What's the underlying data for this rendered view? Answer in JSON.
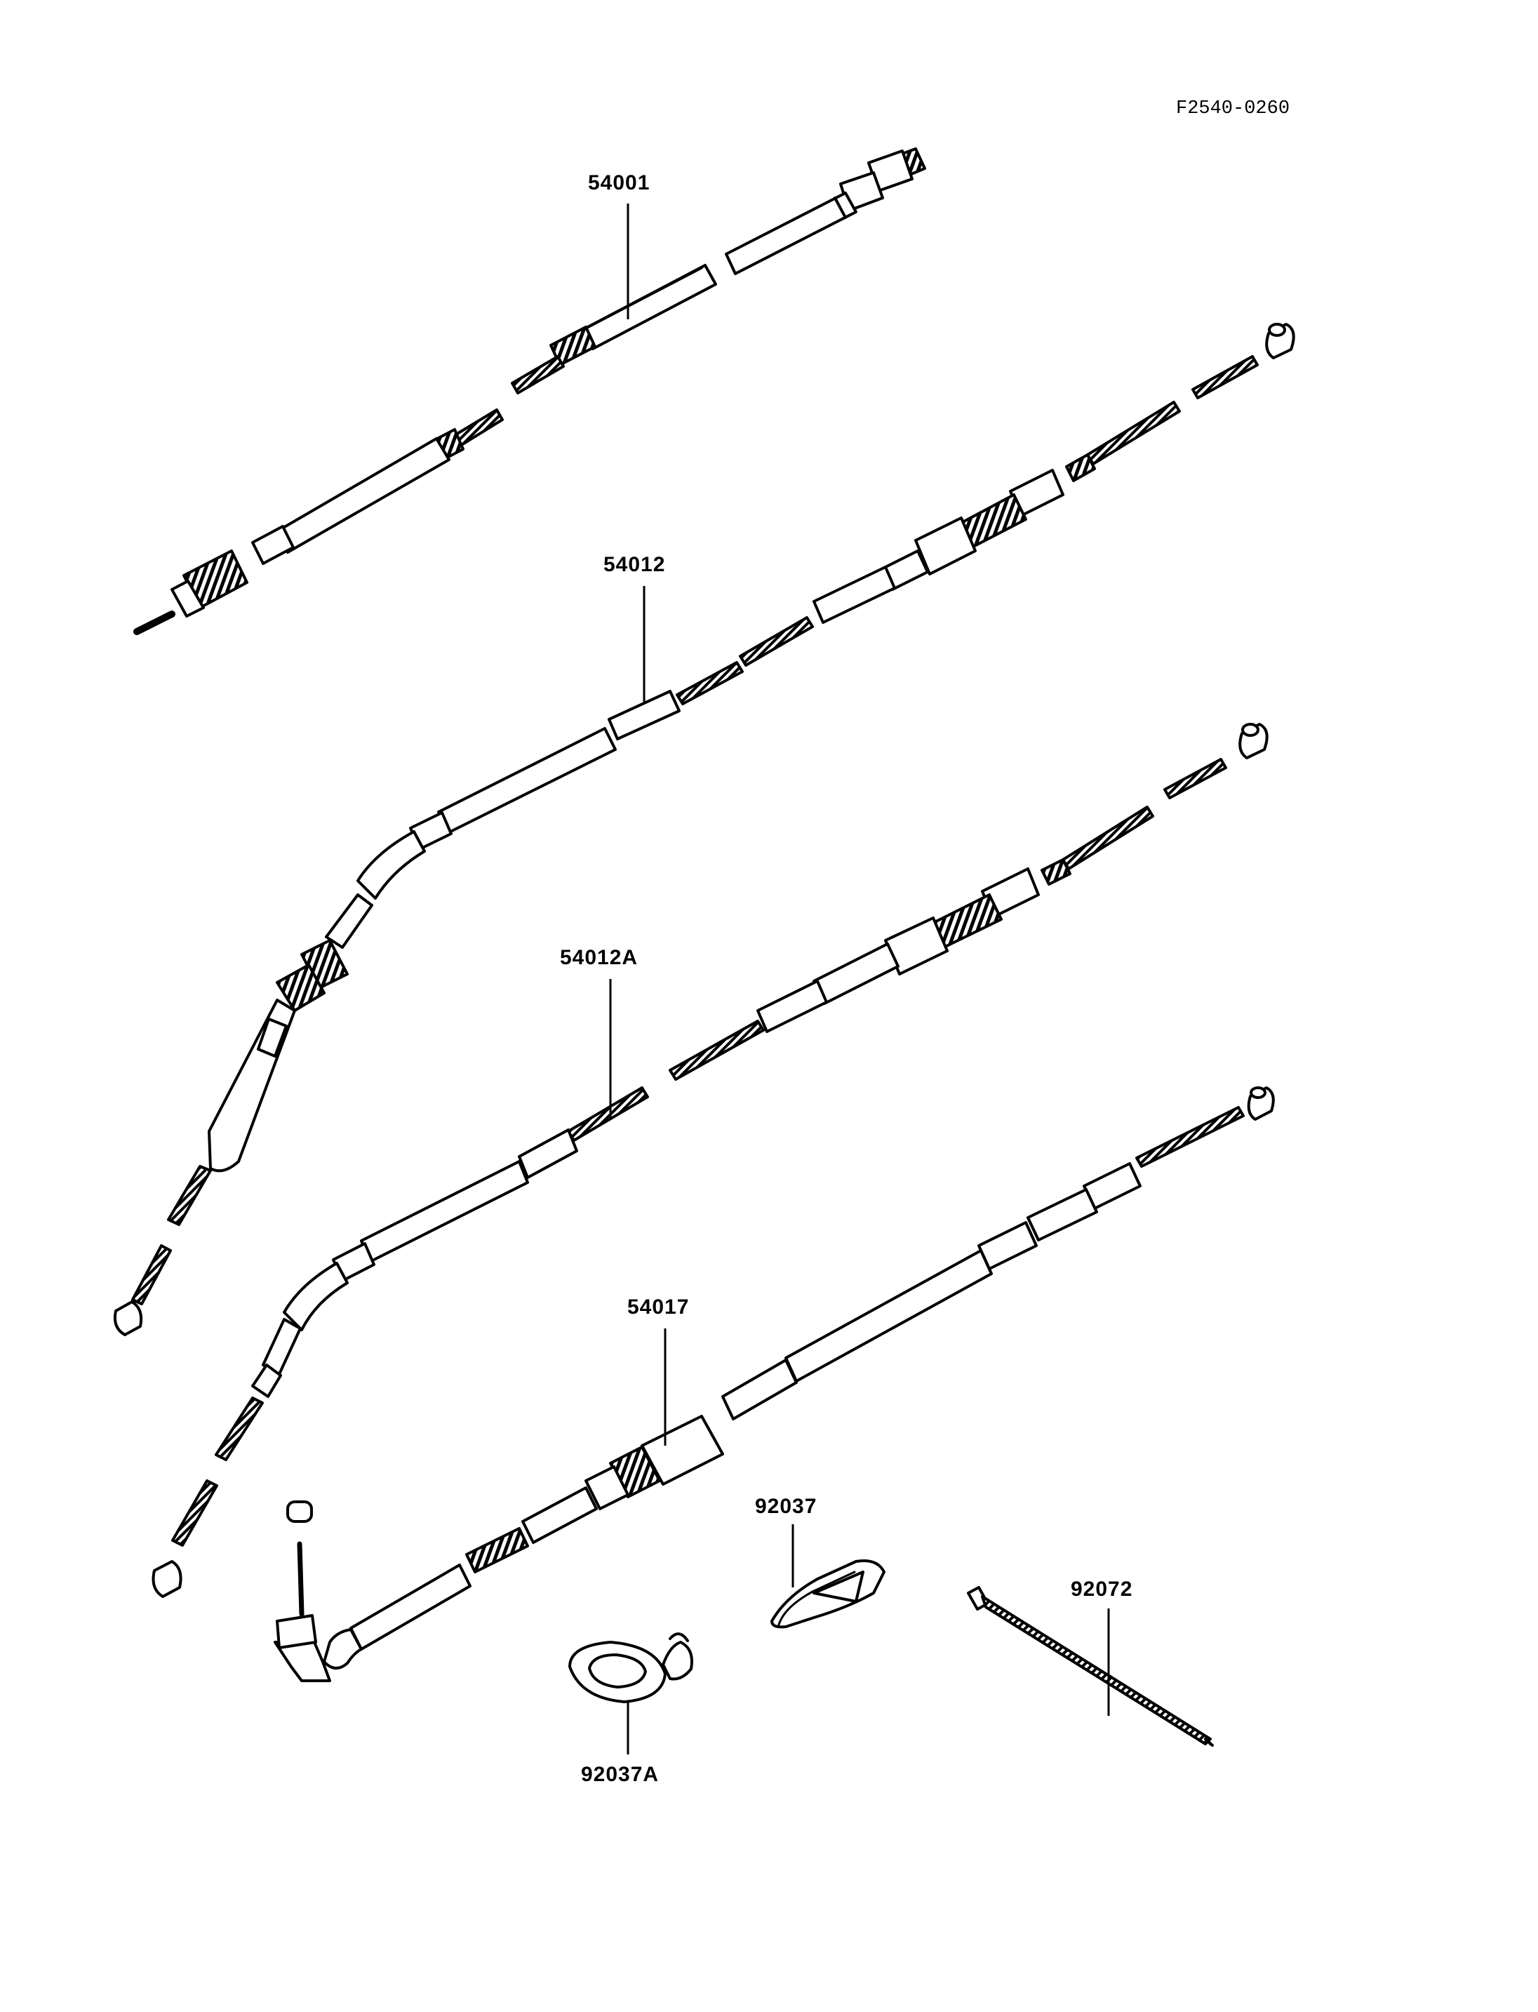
{
  "drawing_code": "F2540-0260",
  "parts": [
    {
      "id": "p54001",
      "number": "54001"
    },
    {
      "id": "p54012",
      "number": "54012"
    },
    {
      "id": "p54012A",
      "number": "54012A"
    },
    {
      "id": "p54017",
      "number": "54017"
    },
    {
      "id": "p92037",
      "number": "92037"
    },
    {
      "id": "p92037A",
      "number": "92037A"
    },
    {
      "id": "p92072",
      "number": "92072"
    }
  ]
}
